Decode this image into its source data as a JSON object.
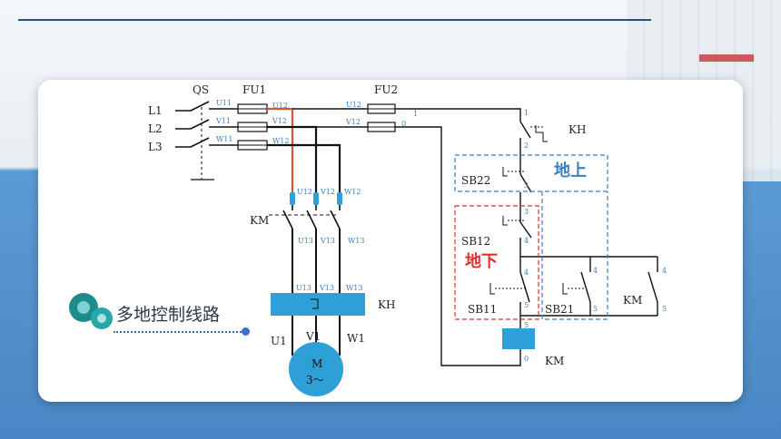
{
  "slide_title": "多地控制线路",
  "zones": {
    "upstairs": "地上",
    "downstairs": "地下"
  },
  "labels": {
    "qs": "QS",
    "fu1": "FU1",
    "fu2": "FU2",
    "l1": "L1",
    "l2": "L2",
    "l3": "L3",
    "u11": "U11",
    "v11": "V11",
    "w11": "W11",
    "u12": "U12",
    "v12": "V12",
    "w12": "W12",
    "u13": "U13",
    "v13": "V13",
    "w13": "W13",
    "km": "KM",
    "kh": "KH",
    "u1": "U1",
    "v1": "V1",
    "w1": "W1",
    "motor_m": "M",
    "motor_3": "3～",
    "sb22": "SB22",
    "sb12": "SB12",
    "sb11": "SB11",
    "sb21": "SB21",
    "n1": "1",
    "n0": "0",
    "n2": "2",
    "n3": "3",
    "n4": "4",
    "n5": "5"
  },
  "colors": {
    "accent_blue": "#2f9fd8",
    "red_wire": "#e0522a",
    "zone_blue": "#3a7fc0",
    "zone_red": "#e03030"
  }
}
